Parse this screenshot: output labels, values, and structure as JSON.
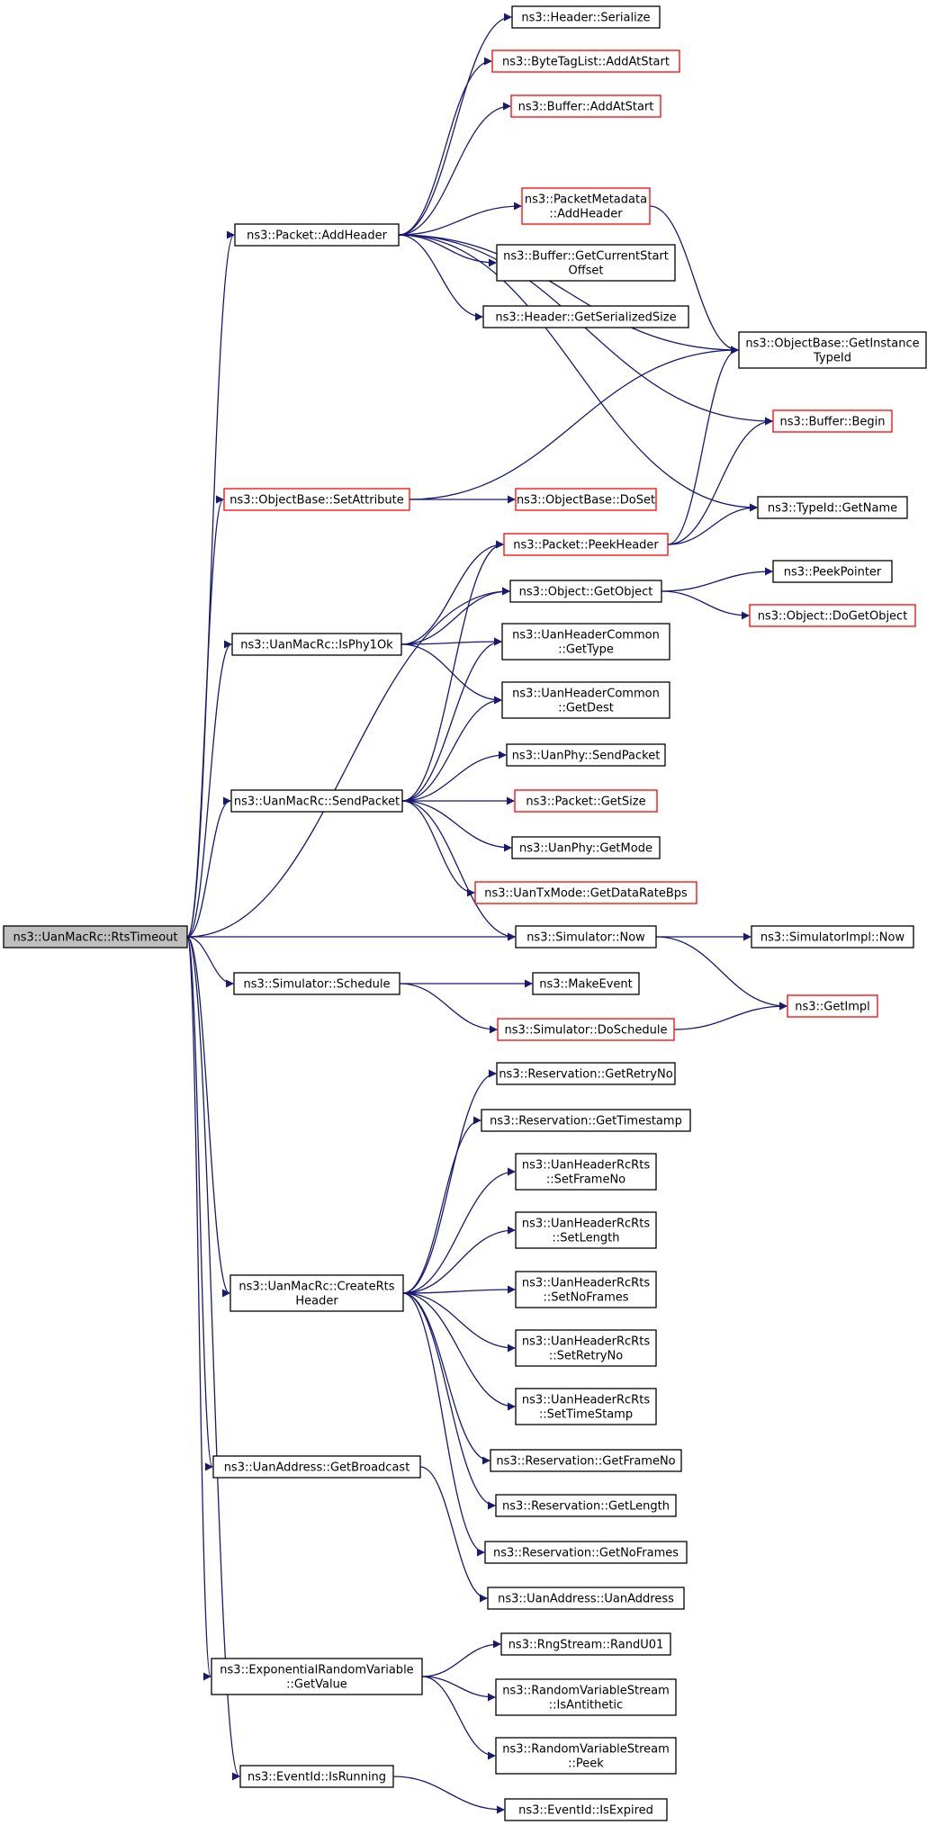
{
  "colors": {
    "edge": "#191970",
    "normal_border": "#000000",
    "incomplete_border": "#ff0000",
    "root_fill": "#bfbfbf"
  },
  "nodes": [
    {
      "id": "root",
      "lines": [
        "ns3::UanMacRc::RtsTimeout"
      ],
      "style": "root"
    },
    {
      "id": "addheader",
      "lines": [
        "ns3::Packet::AddHeader"
      ],
      "style": "normal"
    },
    {
      "id": "hdr_serialize",
      "lines": [
        "ns3::Header::Serialize"
      ],
      "style": "normal"
    },
    {
      "id": "btl_addatstart",
      "lines": [
        "ns3::ByteTagList::AddAtStart"
      ],
      "style": "red"
    },
    {
      "id": "buf_addatstart",
      "lines": [
        "ns3::Buffer::AddAtStart"
      ],
      "style": "red"
    },
    {
      "id": "pm_addheader",
      "lines": [
        "ns3::PacketMetadata",
        "::AddHeader"
      ],
      "style": "red"
    },
    {
      "id": "buf_getcurstart",
      "lines": [
        "ns3::Buffer::GetCurrentStart",
        "Offset"
      ],
      "style": "normal"
    },
    {
      "id": "hdr_getsersize",
      "lines": [
        "ns3::Header::GetSerializedSize"
      ],
      "style": "normal"
    },
    {
      "id": "ob_getinsttypeid",
      "lines": [
        "ns3::ObjectBase::GetInstance",
        "TypeId"
      ],
      "style": "normal"
    },
    {
      "id": "buf_begin",
      "lines": [
        "ns3::Buffer::Begin"
      ],
      "style": "red"
    },
    {
      "id": "typeid_getname",
      "lines": [
        "ns3::TypeId::GetName"
      ],
      "style": "normal"
    },
    {
      "id": "ob_setattr",
      "lines": [
        "ns3::ObjectBase::SetAttribute"
      ],
      "style": "red"
    },
    {
      "id": "ob_doset",
      "lines": [
        "ns3::ObjectBase::DoSet"
      ],
      "style": "red"
    },
    {
      "id": "pkt_peekheader",
      "lines": [
        "ns3::Packet::PeekHeader"
      ],
      "style": "red"
    },
    {
      "id": "obj_getobject",
      "lines": [
        "ns3::Object::GetObject"
      ],
      "style": "normal"
    },
    {
      "id": "peekpointer",
      "lines": [
        "ns3::PeekPointer"
      ],
      "style": "normal"
    },
    {
      "id": "obj_dogetobject",
      "lines": [
        "ns3::Object::DoGetObject"
      ],
      "style": "red"
    },
    {
      "id": "isphy1ok",
      "lines": [
        "ns3::UanMacRc::IsPhy1Ok"
      ],
      "style": "normal"
    },
    {
      "id": "uhc_gettype",
      "lines": [
        "ns3::UanHeaderCommon",
        "::GetType"
      ],
      "style": "normal"
    },
    {
      "id": "uhc_getdest",
      "lines": [
        "ns3::UanHeaderCommon",
        "::GetDest"
      ],
      "style": "normal"
    },
    {
      "id": "uanphy_sendpacket",
      "lines": [
        "ns3::UanPhy::SendPacket"
      ],
      "style": "normal"
    },
    {
      "id": "sendpacket",
      "lines": [
        "ns3::UanMacRc::SendPacket"
      ],
      "style": "normal"
    },
    {
      "id": "pkt_getsize",
      "lines": [
        "ns3::Packet::GetSize"
      ],
      "style": "red"
    },
    {
      "id": "uanphy_getmode",
      "lines": [
        "ns3::UanPhy::GetMode"
      ],
      "style": "normal"
    },
    {
      "id": "txmode_getdatarate",
      "lines": [
        "ns3::UanTxMode::GetDataRateBps"
      ],
      "style": "red"
    },
    {
      "id": "sim_now",
      "lines": [
        "ns3::Simulator::Now"
      ],
      "style": "normal"
    },
    {
      "id": "simimpl_now",
      "lines": [
        "ns3::SimulatorImpl::Now"
      ],
      "style": "normal"
    },
    {
      "id": "sim_schedule",
      "lines": [
        "ns3::Simulator::Schedule"
      ],
      "style": "normal"
    },
    {
      "id": "makeevent",
      "lines": [
        "ns3::MakeEvent"
      ],
      "style": "normal"
    },
    {
      "id": "sim_doschedule",
      "lines": [
        "ns3::Simulator::DoSchedule"
      ],
      "style": "red"
    },
    {
      "id": "getimpl",
      "lines": [
        "ns3::GetImpl"
      ],
      "style": "red"
    },
    {
      "id": "res_getretryno",
      "lines": [
        "ns3::Reservation::GetRetryNo"
      ],
      "style": "normal"
    },
    {
      "id": "res_gettimestamp",
      "lines": [
        "ns3::Reservation::GetTimestamp"
      ],
      "style": "normal"
    },
    {
      "id": "rts_setframeno",
      "lines": [
        "ns3::UanHeaderRcRts",
        "::SetFrameNo"
      ],
      "style": "normal"
    },
    {
      "id": "rts_setlength",
      "lines": [
        "ns3::UanHeaderRcRts",
        "::SetLength"
      ],
      "style": "normal"
    },
    {
      "id": "createrts",
      "lines": [
        "ns3::UanMacRc::CreateRts",
        "Header"
      ],
      "style": "normal"
    },
    {
      "id": "rts_setnoframes",
      "lines": [
        "ns3::UanHeaderRcRts",
        "::SetNoFrames"
      ],
      "style": "normal"
    },
    {
      "id": "rts_setretryno",
      "lines": [
        "ns3::UanHeaderRcRts",
        "::SetRetryNo"
      ],
      "style": "normal"
    },
    {
      "id": "rts_settimestamp",
      "lines": [
        "ns3::UanHeaderRcRts",
        "::SetTimeStamp"
      ],
      "style": "normal"
    },
    {
      "id": "res_getframeno",
      "lines": [
        "ns3::Reservation::GetFrameNo"
      ],
      "style": "normal"
    },
    {
      "id": "res_getlength",
      "lines": [
        "ns3::Reservation::GetLength"
      ],
      "style": "normal"
    },
    {
      "id": "uanaddr_getbroadcast",
      "lines": [
        "ns3::UanAddress::GetBroadcast"
      ],
      "style": "normal"
    },
    {
      "id": "res_getnoframes",
      "lines": [
        "ns3::Reservation::GetNoFrames"
      ],
      "style": "normal"
    },
    {
      "id": "uanaddr_ctor",
      "lines": [
        "ns3::UanAddress::UanAddress"
      ],
      "style": "normal"
    },
    {
      "id": "rng_randu01",
      "lines": [
        "ns3::RngStream::RandU01"
      ],
      "style": "normal"
    },
    {
      "id": "exprv_getvalue",
      "lines": [
        "ns3::ExponentialRandomVariable",
        "::GetValue"
      ],
      "style": "normal"
    },
    {
      "id": "rvs_isantithetic",
      "lines": [
        "ns3::RandomVariableStream",
        "::IsAntithetic"
      ],
      "style": "normal"
    },
    {
      "id": "rvs_peek",
      "lines": [
        "ns3::RandomVariableStream",
        "::Peek"
      ],
      "style": "normal"
    },
    {
      "id": "eventid_isrunning",
      "lines": [
        "ns3::EventId::IsRunning"
      ],
      "style": "normal"
    },
    {
      "id": "eventid_isexpired",
      "lines": [
        "ns3::EventId::IsExpired"
      ],
      "style": "normal"
    }
  ],
  "edges": [
    [
      "root",
      "addheader"
    ],
    [
      "root",
      "ob_setattr"
    ],
    [
      "root",
      "obj_getobject"
    ],
    [
      "root",
      "isphy1ok"
    ],
    [
      "root",
      "sendpacket"
    ],
    [
      "root",
      "sim_now"
    ],
    [
      "root",
      "sim_schedule"
    ],
    [
      "root",
      "createrts"
    ],
    [
      "root",
      "uanaddr_getbroadcast"
    ],
    [
      "root",
      "exprv_getvalue"
    ],
    [
      "root",
      "eventid_isrunning"
    ],
    [
      "addheader",
      "hdr_serialize"
    ],
    [
      "addheader",
      "btl_addatstart"
    ],
    [
      "addheader",
      "buf_addatstart"
    ],
    [
      "addheader",
      "ob_getinsttypeid"
    ],
    [
      "addheader",
      "pm_addheader"
    ],
    [
      "addheader",
      "buf_getcurstart"
    ],
    [
      "addheader",
      "hdr_getsersize"
    ],
    [
      "addheader",
      "buf_begin"
    ],
    [
      "addheader",
      "typeid_getname"
    ],
    [
      "pm_addheader",
      "ob_getinsttypeid"
    ],
    [
      "ob_setattr",
      "ob_getinsttypeid"
    ],
    [
      "ob_setattr",
      "ob_doset"
    ],
    [
      "pkt_peekheader",
      "ob_getinsttypeid"
    ],
    [
      "pkt_peekheader",
      "buf_begin"
    ],
    [
      "pkt_peekheader",
      "typeid_getname"
    ],
    [
      "obj_getobject",
      "peekpointer"
    ],
    [
      "obj_getobject",
      "obj_dogetobject"
    ],
    [
      "isphy1ok",
      "pkt_peekheader"
    ],
    [
      "isphy1ok",
      "obj_getobject"
    ],
    [
      "isphy1ok",
      "uhc_gettype"
    ],
    [
      "isphy1ok",
      "uhc_getdest"
    ],
    [
      "sendpacket",
      "pkt_peekheader"
    ],
    [
      "sendpacket",
      "uhc_gettype"
    ],
    [
      "sendpacket",
      "uhc_getdest"
    ],
    [
      "sendpacket",
      "uanphy_sendpacket"
    ],
    [
      "sendpacket",
      "pkt_getsize"
    ],
    [
      "sendpacket",
      "uanphy_getmode"
    ],
    [
      "sendpacket",
      "txmode_getdatarate"
    ],
    [
      "sendpacket",
      "sim_now"
    ],
    [
      "sim_now",
      "simimpl_now"
    ],
    [
      "sim_now",
      "getimpl"
    ],
    [
      "sim_schedule",
      "makeevent"
    ],
    [
      "sim_schedule",
      "sim_doschedule"
    ],
    [
      "sim_doschedule",
      "getimpl"
    ],
    [
      "createrts",
      "res_getretryno"
    ],
    [
      "createrts",
      "res_gettimestamp"
    ],
    [
      "createrts",
      "rts_setframeno"
    ],
    [
      "createrts",
      "rts_setlength"
    ],
    [
      "createrts",
      "rts_setnoframes"
    ],
    [
      "createrts",
      "rts_setretryno"
    ],
    [
      "createrts",
      "rts_settimestamp"
    ],
    [
      "createrts",
      "res_getframeno"
    ],
    [
      "createrts",
      "res_getlength"
    ],
    [
      "createrts",
      "res_getnoframes"
    ],
    [
      "uanaddr_getbroadcast",
      "uanaddr_ctor"
    ],
    [
      "exprv_getvalue",
      "rng_randu01"
    ],
    [
      "exprv_getvalue",
      "rvs_isantithetic"
    ],
    [
      "exprv_getvalue",
      "rvs_peek"
    ],
    [
      "eventid_isrunning",
      "eventid_isexpired"
    ]
  ]
}
